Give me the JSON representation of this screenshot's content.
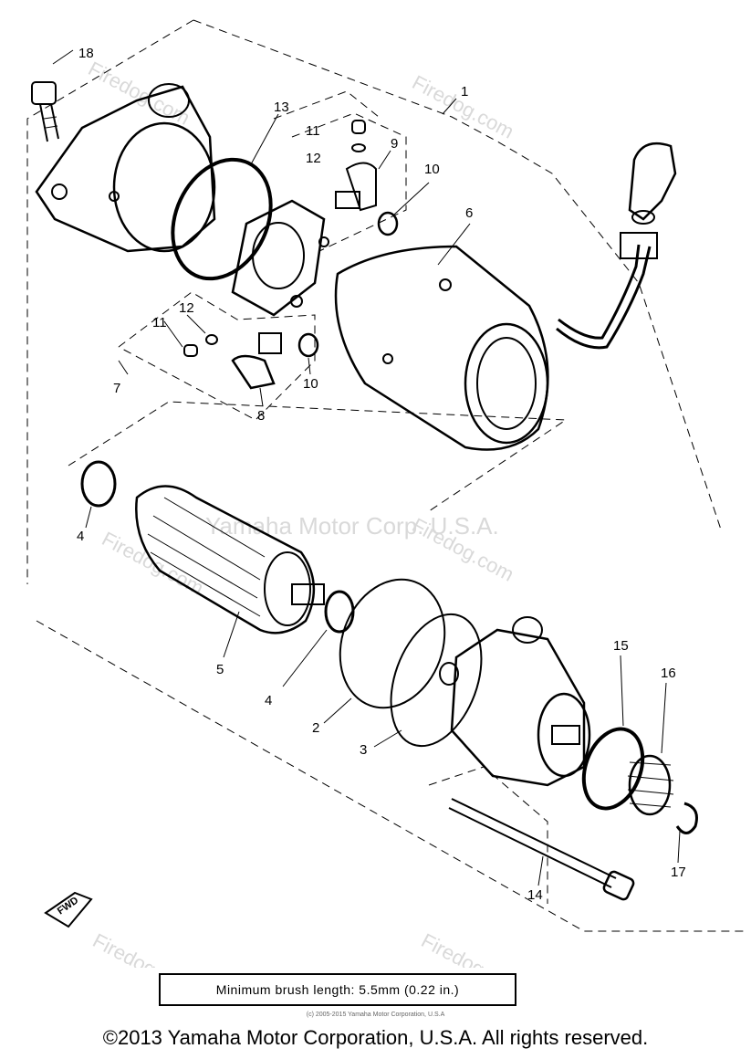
{
  "watermarks": {
    "brand": "Firedog.com",
    "center": "Yamaha Motor Corp. U.S.A."
  },
  "part_labels": [
    "1",
    "2",
    "3",
    "4",
    "4",
    "5",
    "6",
    "7",
    "8",
    "9",
    "10",
    "10",
    "11",
    "11",
    "12",
    "12",
    "13",
    "14",
    "15",
    "16",
    "17",
    "18"
  ],
  "fwd_label": "FWD",
  "note": "Minimum brush length: 5.5mm (0.22 in.)",
  "small_copyright": "(c) 2005-2015 Yamaha Motor Corporation, U.S.A",
  "copyright": "©2013 Yamaha Motor Corporation, U.S.A. All rights reserved."
}
